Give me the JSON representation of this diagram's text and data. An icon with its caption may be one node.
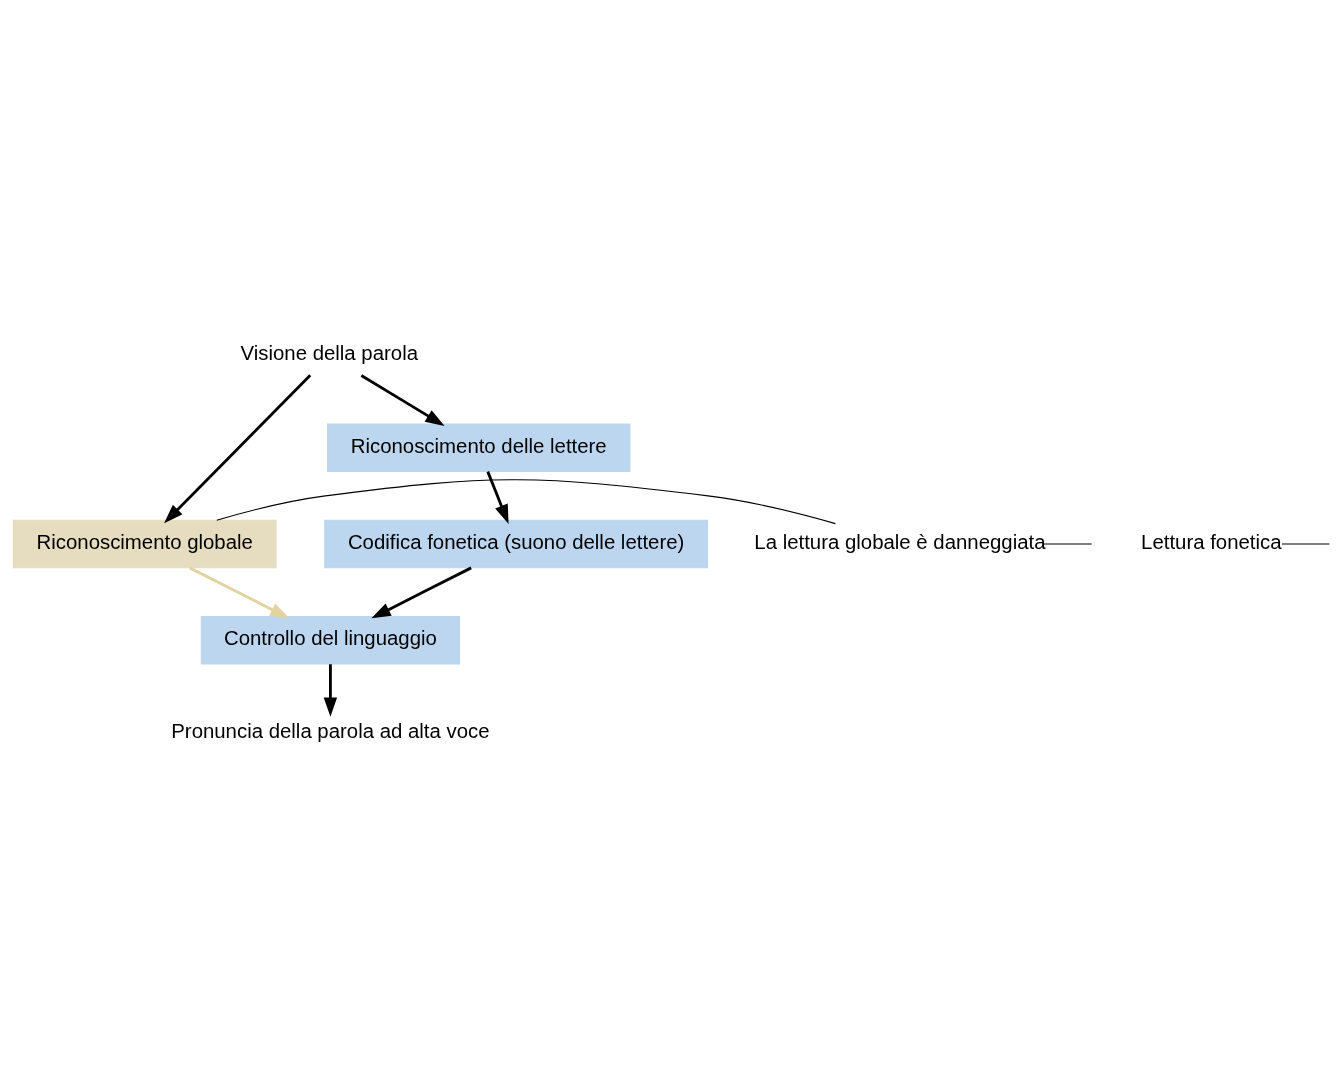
{
  "diagram": {
    "nodes": [
      {
        "text": [
          "Visione della parola"
        ]
      },
      {
        "text": [
          "Riconoscimento globale"
        ]
      },
      {
        "text": [
          "Riconoscimento delle lettere"
        ]
      },
      {
        "text": [
          "Codifica fonetica (suono delle lettere)"
        ]
      },
      {
        "text": [
          "Controllo del linguaggio"
        ]
      },
      {
        "text": [
          "Pronuncia della parola ad alta voce"
        ]
      },
      {
        "text": [
          "La lettura globale è danneggiata"
        ]
      },
      {
        "text": [
          "Lettura fonetica"
        ]
      }
    ],
    "edges": [
      {
        "from": 0,
        "to": 1,
        "arrow": "to"
      },
      {
        "from": 0,
        "to": 2,
        "arrow": "to"
      },
      {
        "from": 2,
        "to": 3,
        "arrow": "to"
      },
      {
        "from": 3,
        "to": 4,
        "arrow": "to"
      },
      {
        "from": 1,
        "to": 4,
        "arrow": "to",
        "color": "#e3d3a0"
      },
      {
        "from": 4,
        "to": 5,
        "arrow": "to"
      },
      {
        "from": 6,
        "to": 1,
        "arrow": "none"
      },
      {
        "from": 6,
        "to": null,
        "arrow": "none"
      },
      {
        "from": 7,
        "to": null,
        "arrow": "none"
      }
    ]
  }
}
